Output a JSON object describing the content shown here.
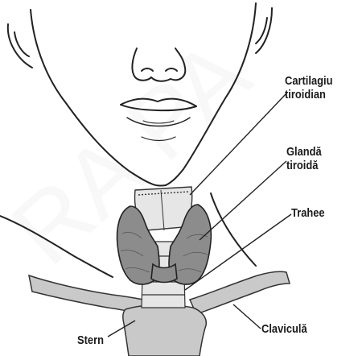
{
  "labels": {
    "cartilage_line1": "Cartilagiu",
    "cartilage_line2": "tiroidian",
    "gland_line1": "Glandă",
    "gland_line2": "tiroidă",
    "trachea": "Trahee",
    "clavicle": "Claviculă",
    "sternum": "Stern"
  },
  "watermark": "RA PA",
  "colors": {
    "outline": "#222222",
    "gland_fill": "#8c8c8c",
    "bone_fill": "#c9c9c9",
    "cartilage_fill": "#e6e6e6"
  }
}
